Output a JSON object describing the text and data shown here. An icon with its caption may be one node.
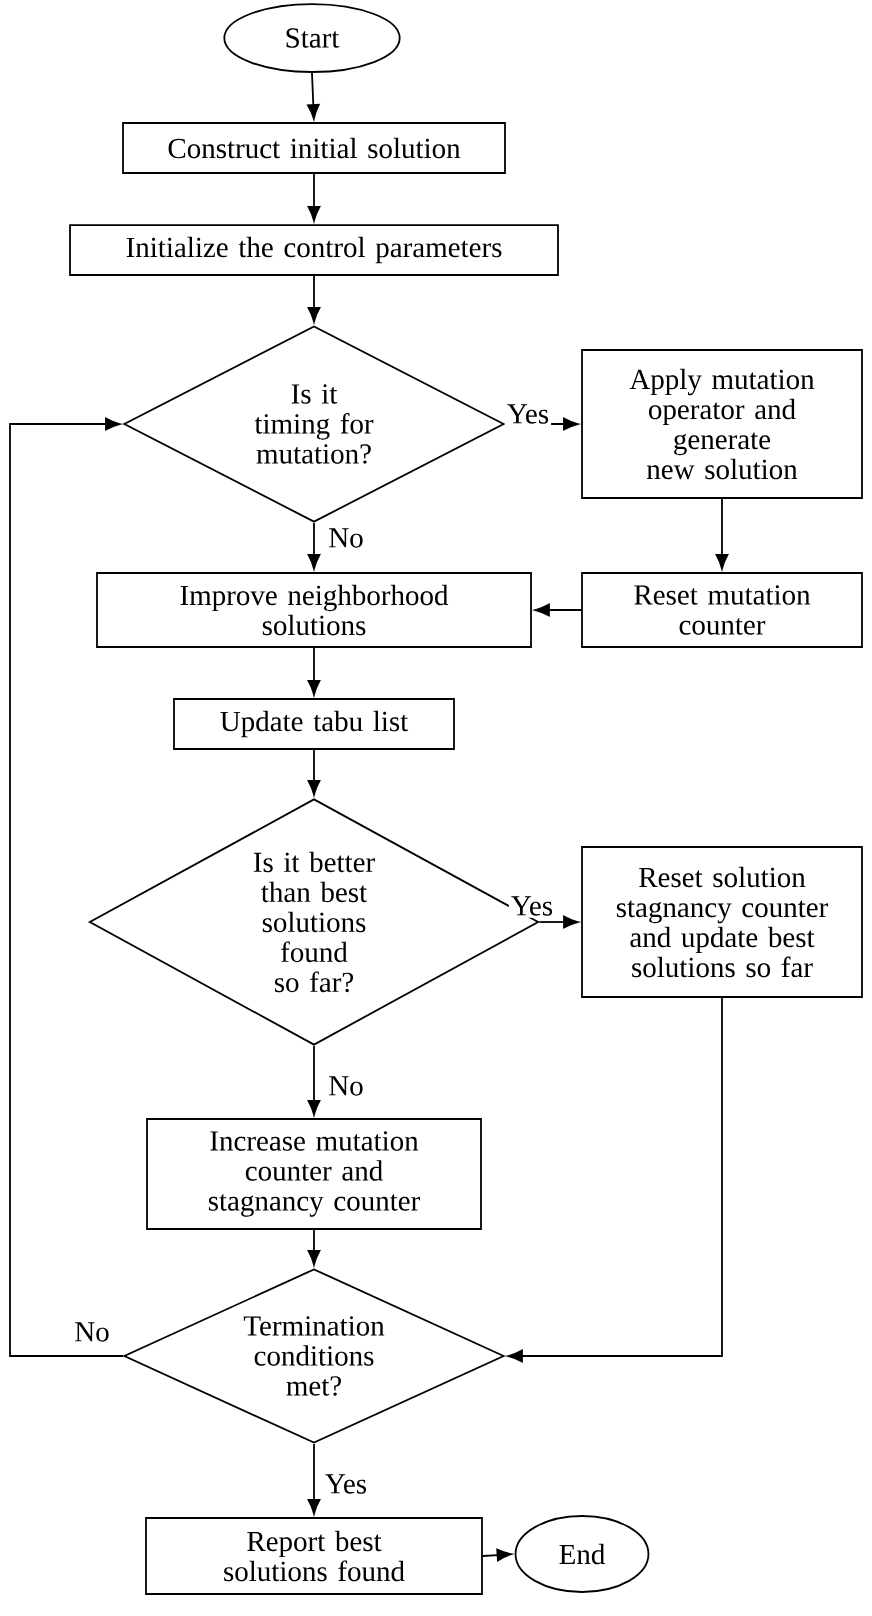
{
  "diagram": {
    "nodes": [
      {
        "text": [
          "Start"
        ]
      },
      {
        "text": [
          "Construct initial solution"
        ]
      },
      {
        "text": [
          "Initialize the control parameters"
        ]
      },
      {
        "text": [
          "Is it timing for mutation?"
        ]
      },
      {
        "text": [
          "Apply mutation operator and generate new solution"
        ]
      },
      {
        "text": [
          "Improve neighborhood solutions"
        ]
      },
      {
        "text": [
          "Reset mutation counter"
        ]
      },
      {
        "text": [
          "Update tabu list"
        ]
      },
      {
        "text": [
          "Is it better than best solutions found so far?"
        ]
      },
      {
        "text": [
          "Reset solution stagnancy counter and update best solutions so far"
        ]
      },
      {
        "text": [
          "Increase mutation counter and stagnancy counter"
        ]
      },
      {
        "text": [
          "Termination conditions met?"
        ]
      },
      {
        "text": [
          "Report best solutions found"
        ]
      },
      {
        "text": [
          "End"
        ]
      }
    ],
    "edges": [
      {
        "from": 0,
        "to": 1,
        "arrow": "to"
      },
      {
        "from": 1,
        "to": 2,
        "arrow": "to"
      },
      {
        "from": 2,
        "to": 3,
        "arrow": "to"
      },
      {
        "from": 3,
        "to": 4,
        "arrow": "to",
        "label": "Yes"
      },
      {
        "from": 3,
        "to": 5,
        "arrow": "to",
        "label": "No"
      },
      {
        "from": 4,
        "to": 6,
        "arrow": "to"
      },
      {
        "from": 6,
        "to": 5,
        "arrow": "to"
      },
      {
        "from": 5,
        "to": 7,
        "arrow": "to"
      },
      {
        "from": 7,
        "to": 8,
        "arrow": "to"
      },
      {
        "from": 8,
        "to": 9,
        "arrow": "to",
        "label": "Yes"
      },
      {
        "from": 8,
        "to": 10,
        "arrow": "to",
        "label": "No"
      },
      {
        "from": 10,
        "to": 11,
        "arrow": "to"
      },
      {
        "from": 9,
        "to": 11,
        "arrow": "to"
      },
      {
        "from": 11,
        "to": 3,
        "arrow": "to",
        "label": "No"
      },
      {
        "from": 11,
        "to": 12,
        "arrow": "to",
        "label": "Yes"
      },
      {
        "from": 12,
        "to": 13,
        "arrow": "to"
      }
    ]
  }
}
